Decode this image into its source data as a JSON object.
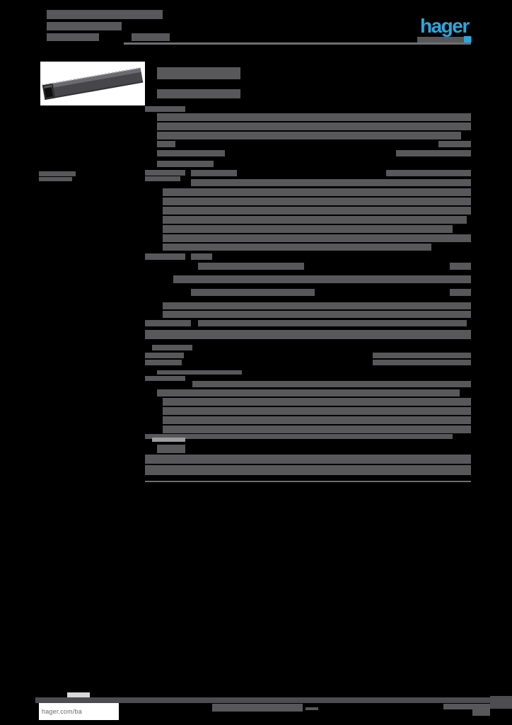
{
  "brand": {
    "logo_text": "hager",
    "logo_color": "#29A8E0"
  },
  "footer": {
    "website_label": "hager.com/ba"
  },
  "colors": {
    "page_bg": "#000000",
    "text_bar": "#58585A",
    "rule": "#6F6F71",
    "footer_band": "#4D4D4F",
    "light_bar": "#9C9C9E",
    "accent_blue": "#29A8E0",
    "white_fill": "#FFFFFF"
  },
  "redactions": {
    "bars": [
      [
        66,
        14,
        164,
        13,
        null,
        "header-line-1-redacted"
      ],
      [
        66,
        31,
        106,
        12,
        null,
        "header-line-2-redacted"
      ],
      [
        66,
        47,
        74,
        11,
        null,
        "header-line-3-redacted"
      ],
      [
        186,
        47,
        54,
        11,
        null,
        "header-line-4-redacted"
      ],
      [
        590,
        52,
        77,
        8,
        null,
        "logo-subline-redacted"
      ],
      [
        656,
        51,
        10,
        9,
        "#29A8E0",
        "logo-accent-square"
      ],
      [
        55,
        242,
        52,
        7,
        null,
        "reference-line-1-redacted"
      ],
      [
        55,
        250,
        47,
        6,
        null,
        "reference-line-2-redacted"
      ],
      [
        222,
        95,
        118,
        17,
        null,
        "product-title-redacted"
      ],
      [
        222,
        126,
        118,
        13,
        null,
        "product-subtitle-redacted"
      ],
      [
        205,
        150,
        57,
        8,
        null,
        "section-1-label-redacted"
      ],
      [
        222,
        160,
        444,
        11
      ],
      [
        222,
        173,
        444,
        11
      ],
      [
        222,
        186,
        430,
        11
      ],
      [
        222,
        199,
        26,
        9
      ],
      [
        620,
        199,
        46,
        9,
        null,
        "value-right-redacted"
      ],
      [
        222,
        212,
        96,
        9
      ],
      [
        560,
        212,
        106,
        9,
        null,
        "value-right-redacted"
      ],
      [
        222,
        227,
        80,
        9
      ],
      [
        205,
        240,
        57,
        8,
        null,
        "section-2-label-redacted"
      ],
      [
        205,
        249,
        50,
        7,
        null,
        "section-2-label-redacted"
      ],
      [
        270,
        240,
        65,
        9
      ],
      [
        546,
        240,
        120,
        9,
        null,
        "value-right-redacted"
      ],
      [
        270,
        253,
        396,
        10
      ],
      [
        230,
        266,
        436,
        11
      ],
      [
        230,
        279,
        436,
        11
      ],
      [
        230,
        292,
        436,
        11
      ],
      [
        230,
        305,
        430,
        11
      ],
      [
        230,
        318,
        410,
        11
      ],
      [
        230,
        331,
        436,
        11
      ],
      [
        230,
        344,
        380,
        10
      ],
      [
        205,
        358,
        57,
        9,
        null,
        "section-3-label-redacted"
      ],
      [
        270,
        358,
        30,
        9
      ],
      [
        280,
        371,
        150,
        10
      ],
      [
        636,
        371,
        30,
        10,
        null,
        "value-right-redacted"
      ],
      [
        245,
        389,
        421,
        11
      ],
      [
        270,
        408,
        175,
        10
      ],
      [
        636,
        408,
        30,
        10,
        null,
        "value-right-redacted"
      ],
      [
        230,
        427,
        436,
        10
      ],
      [
        230,
        439,
        436,
        10
      ],
      [
        205,
        452,
        65,
        9
      ],
      [
        280,
        452,
        380,
        9
      ],
      [
        205,
        466,
        461,
        13
      ],
      [
        215,
        487,
        57,
        8,
        null,
        "section-4-label-redacted"
      ],
      [
        205,
        498,
        55,
        8
      ],
      [
        205,
        508,
        52,
        8
      ],
      [
        527,
        498,
        139,
        8,
        null,
        "value-right-redacted"
      ],
      [
        527,
        508,
        139,
        8,
        null,
        "value-right-redacted"
      ],
      [
        222,
        523,
        120,
        6
      ],
      [
        205,
        531,
        57,
        7
      ],
      [
        272,
        538,
        394,
        9
      ],
      [
        222,
        550,
        428,
        10
      ],
      [
        230,
        562,
        436,
        11
      ],
      [
        230,
        575,
        436,
        11
      ],
      [
        230,
        588,
        436,
        11
      ],
      [
        230,
        601,
        436,
        11
      ],
      [
        205,
        613,
        435,
        7
      ],
      [
        215,
        618,
        47,
        6,
        "#9C9C9E",
        "light-label-redacted"
      ],
      [
        222,
        628,
        40,
        12,
        null,
        "section-6-label-redacted"
      ],
      [
        205,
        642,
        461,
        13
      ],
      [
        205,
        657,
        461,
        14
      ],
      [
        95,
        978,
        32,
        7,
        "#D9D9DA",
        "footer-light-mark"
      ],
      [
        300,
        994,
        128,
        11,
        null,
        "footer-center-text-redacted"
      ],
      [
        432,
        999,
        18,
        4,
        null,
        "footer-center-dash"
      ],
      [
        627,
        994,
        41,
        8,
        null,
        "footer-right-text-redacted"
      ],
      [
        668,
        994,
        25,
        17,
        null,
        "footer-right-block-redacted"
      ]
    ]
  }
}
